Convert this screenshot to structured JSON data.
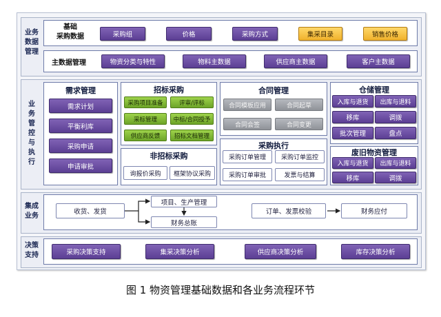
{
  "side_labels": {
    "business_data": "业务\n数据\n管理",
    "business_mgmt": "业\n务\n管\n控\n与\n执\n行",
    "integration": "集成\n业务",
    "decision": "决策\n支持"
  },
  "basic_data": {
    "label": "基础\n采购数据",
    "items": [
      "采购组",
      "价格",
      "采购方式"
    ],
    "gold_items": [
      "集采目录",
      "销售价格"
    ]
  },
  "master_data": {
    "label": "主数据管理",
    "items": [
      "物资分类与特性",
      "物料主数据",
      "供应商主数据",
      "客户主数据"
    ]
  },
  "demand": {
    "title": "需求管理",
    "items": [
      "需求计划",
      "平衡利库",
      "采购申请",
      "申请审批"
    ]
  },
  "tender": {
    "title": "招标采购",
    "items": [
      "采购项目准备",
      "评审/评标",
      "采标管理",
      "中标/合同授予",
      "供应商反馈",
      "招标文档管理"
    ]
  },
  "nontender": {
    "title": "非招标采购",
    "items": [
      "询报价采购",
      "框架协议采购"
    ]
  },
  "contract": {
    "title": "合同管理",
    "items": [
      "合同模板应用",
      "合同起草",
      "合同会签",
      "合同变更"
    ]
  },
  "execution": {
    "title": "采购执行",
    "items": [
      "采购订单管理",
      "采购订单监控",
      "采购订单审批",
      "发票与结算"
    ]
  },
  "warehouse": {
    "title": "仓储管理",
    "items": [
      "入库与退货",
      "出库与退料",
      "移库",
      "调拨",
      "批次管理",
      "盘点"
    ]
  },
  "waste": {
    "title": "废旧物资管理",
    "items": [
      "入库与退货",
      "出库与退料",
      "移库",
      "调拨"
    ]
  },
  "integration": {
    "receive": "收货、发货",
    "project": "项目、生产管理",
    "finance_total": "财务总账",
    "order_check": "订单、发票校验",
    "payable": "财务应付"
  },
  "decision": {
    "items": [
      "采购决策支持",
      "集采决策分析",
      "供应商决策分析",
      "库存决策分析"
    ]
  },
  "caption": "图 1 物资管理基础数据和各业务流程环节"
}
